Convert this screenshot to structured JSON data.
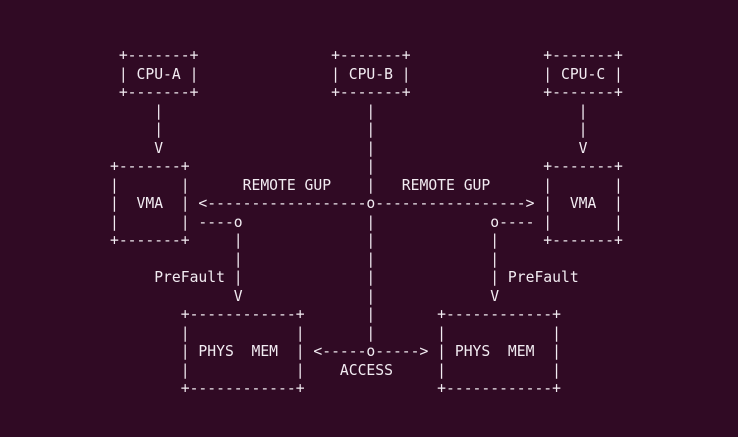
{
  "terminal": {
    "background_color": "#300a24",
    "text_color": "#f2ecf2"
  },
  "diagram": {
    "kind": "ascii-architecture-diagram",
    "nodes": [
      {
        "id": "cpu-a",
        "label": "CPU-A"
      },
      {
        "id": "cpu-b",
        "label": "CPU-B"
      },
      {
        "id": "cpu-c",
        "label": "CPU-C"
      },
      {
        "id": "vma-left",
        "label": "VMA"
      },
      {
        "id": "vma-right",
        "label": "VMA"
      },
      {
        "id": "phys-mem-left",
        "label": "PHYS  MEM"
      },
      {
        "id": "phys-mem-right",
        "label": "PHYS  MEM"
      }
    ],
    "labels": [
      "REMOTE GUP",
      "REMOTE GUP",
      "PreFault",
      "PreFault",
      "ACCESS"
    ],
    "lines": [
      " +-------+               +-------+               +-------+",
      " | CPU-A |               | CPU-B |               | CPU-C |",
      " +-------+               +-------+               +-------+",
      "     |                       |                       |",
      "     |                       |                       |",
      "     V                       |                       V",
      "+-------+                    |                   +-------+",
      "|       |      REMOTE GUP    |   REMOTE GUP      |       |",
      "|  VMA  | <------------------o-----------------> |  VMA  |",
      "|       | ----o              |             o---- |       |",
      "+-------+     |              |             |     +-------+",
      "              |              |             |",
      "     PreFault |              |             | PreFault",
      "              V              |             V",
      "        +------------+       |       +------------+",
      "        |            |       |       |            |",
      "        | PHYS  MEM  | <-----o-----> | PHYS  MEM  |",
      "        |            |    ACCESS     |            |",
      "        +------------+               +------------+"
    ]
  }
}
